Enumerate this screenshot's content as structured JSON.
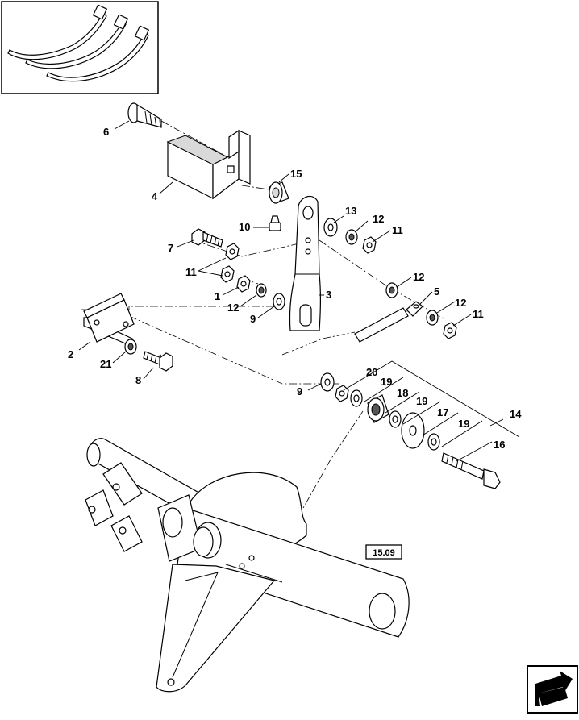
{
  "reference_label": "15.09",
  "callouts": [
    "1",
    "2",
    "3",
    "4",
    "5",
    "6",
    "7",
    "8",
    "9",
    "9",
    "10",
    "11",
    "11",
    "11",
    "12",
    "12",
    "12",
    "13",
    "14",
    "15",
    "16",
    "17",
    "18",
    "19",
    "19",
    "19",
    "20",
    "21"
  ],
  "icons": {
    "inset": "grain-tine-strips-icon",
    "nav": "next-page-arrow-icon"
  }
}
